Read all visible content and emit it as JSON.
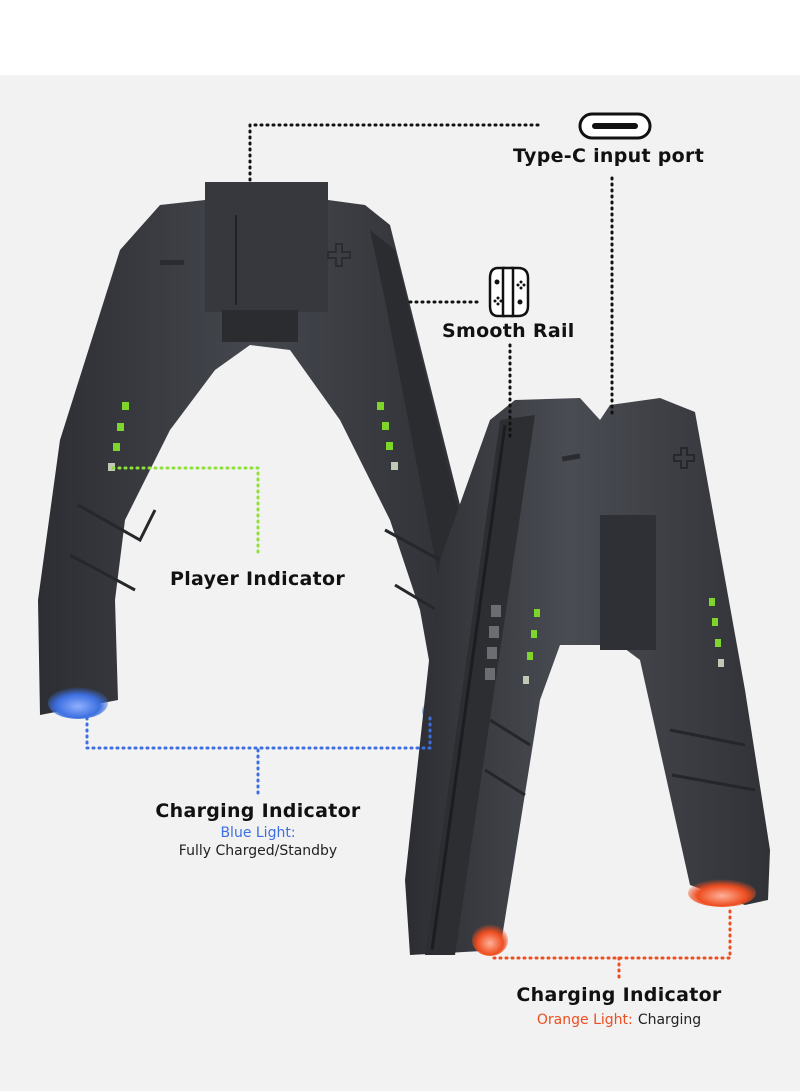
{
  "callouts": {
    "type_c": {
      "title": "Type-C input port",
      "icon": "usb-c-port-icon"
    },
    "smooth_rail": {
      "title": "Smooth Rail",
      "icon": "joy-con-controller-icon"
    },
    "player": {
      "title": "Player Indicator"
    },
    "charging_blue": {
      "title": "Charging Indicator",
      "light": "Blue Light:",
      "state": "Fully Charged/Standby"
    },
    "charging_orange": {
      "title": "Charging Indicator",
      "light": "Orange Light:",
      "state": "Charging"
    }
  },
  "colors": {
    "background": "#f2f2f2",
    "grip_body": "#3c3e44",
    "player_led": "#7ed62a",
    "blue_light": "#3d6fe0",
    "orange_light": "#ee4d1f",
    "leader_player": "#8fe03a",
    "leader_blue": "#3d6fe0",
    "leader_orange": "#ee4d1f",
    "leader_dark": "#111111"
  }
}
